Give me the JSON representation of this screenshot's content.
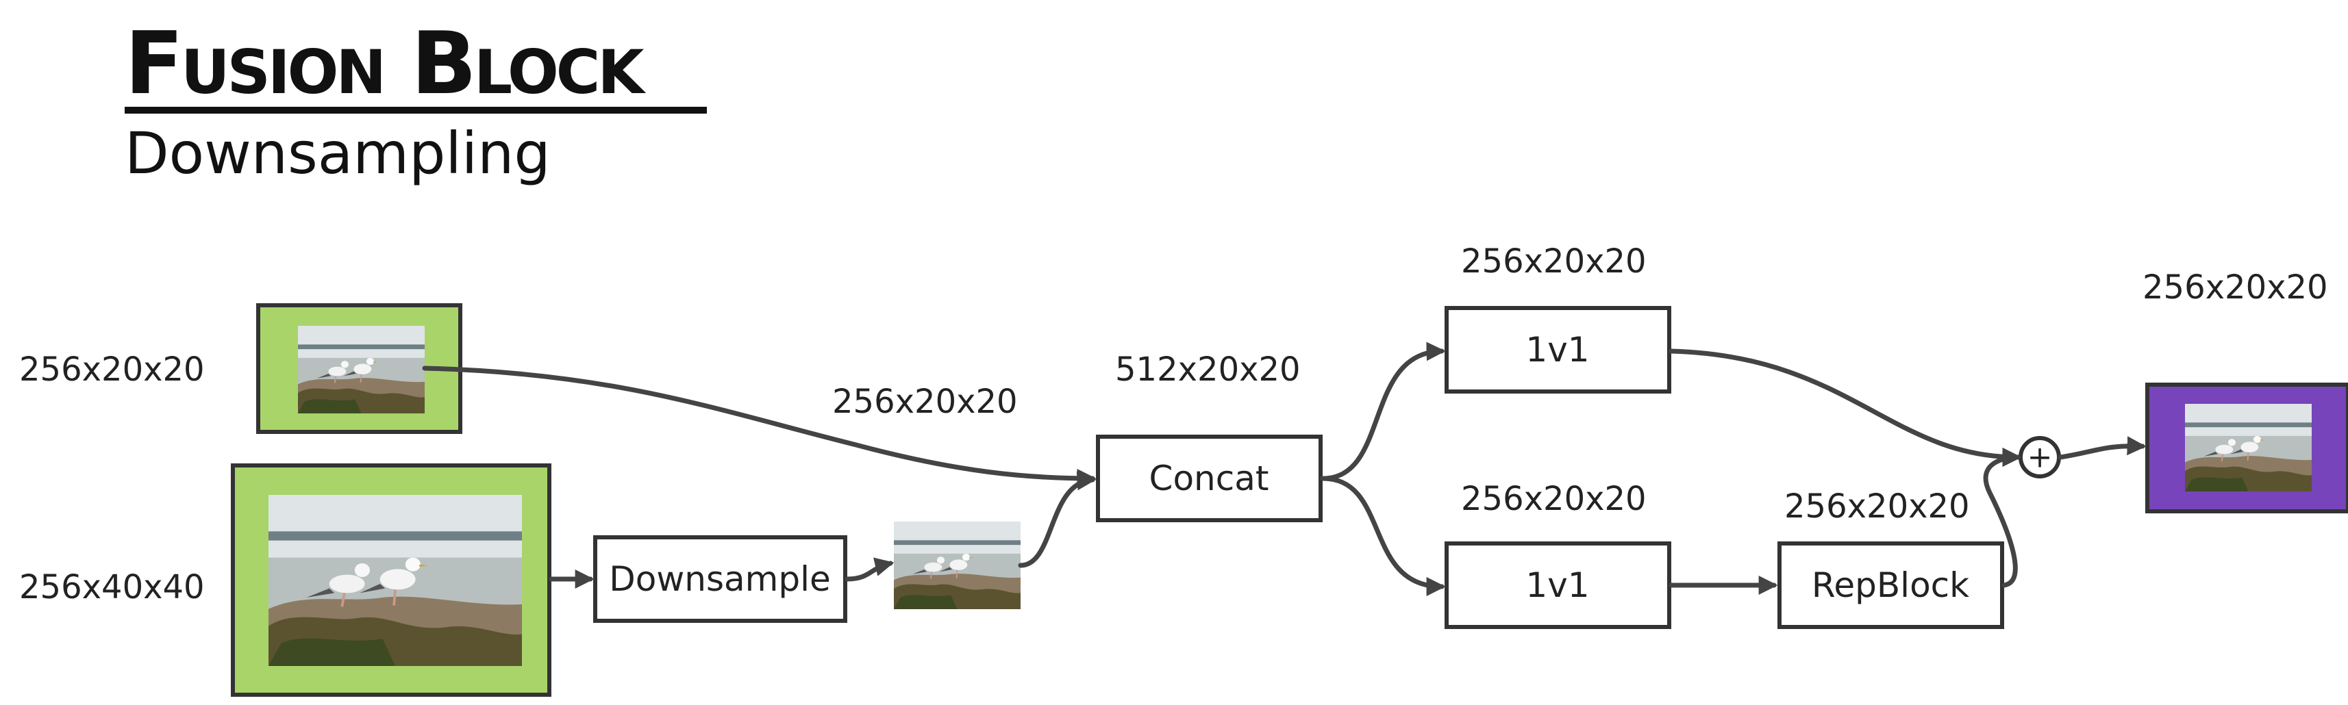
{
  "header": {
    "title": "Fusion Block",
    "subtitle": "Downsampling"
  },
  "labels": {
    "in_small": "256x20x20",
    "in_large": "256x40x40",
    "top_path": "256x20x20",
    "concat_out": "512x20x20",
    "branch_top": "256x20x20",
    "branch_bottom": "256x20x20",
    "repblock_out": "256x20x20",
    "output": "256x20x20"
  },
  "nodes": {
    "downsample": "Downsample",
    "concat": "Concat",
    "conv_top": "1v1",
    "conv_bottom": "1v1",
    "repblock": "RepBlock",
    "add": "+"
  },
  "colors": {
    "input_frame": "#a8d46a",
    "output_frame": "#7744bb",
    "stroke": "#333333"
  },
  "icons": {
    "image": "seagulls-photo-icon",
    "add": "plus-circle-icon"
  }
}
